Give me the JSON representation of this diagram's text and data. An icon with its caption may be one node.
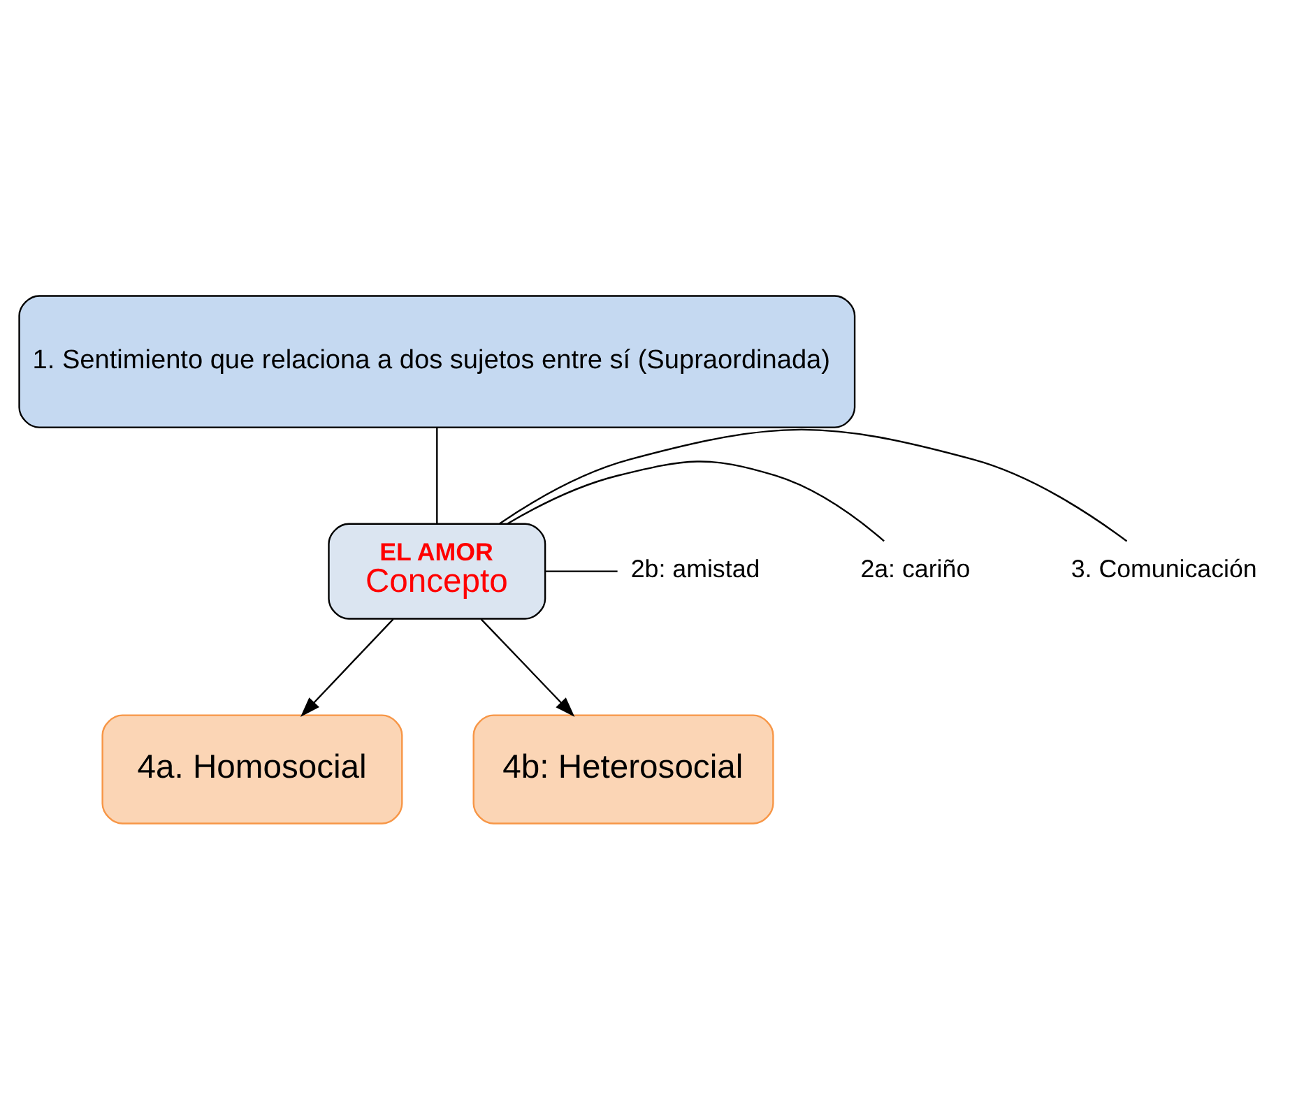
{
  "diagram": {
    "nodes": [
      {
        "text": [
          "1. Sentimiento que relaciona a dos sujetos entre sí (Supraordinada)"
        ]
      },
      {
        "text": [
          "EL AMOR",
          "Concepto"
        ]
      },
      {
        "text": [
          "3. Comunicación"
        ]
      },
      {
        "text": [
          "2a: cariño"
        ]
      },
      {
        "text": [
          "2b: amistad"
        ]
      },
      {
        "text": [
          "4a. Homosocial"
        ]
      },
      {
        "text": [
          "4b: Heterosocial"
        ]
      }
    ],
    "edges": [
      {
        "from": 0,
        "to": 1,
        "arrow": "none"
      },
      {
        "from": 1,
        "to": 2,
        "arrow": "none"
      },
      {
        "from": 1,
        "to": 3,
        "arrow": "none"
      },
      {
        "from": 1,
        "to": 4,
        "arrow": "none"
      },
      {
        "from": 1,
        "to": 5,
        "arrow": "to"
      },
      {
        "from": 1,
        "to": 6,
        "arrow": "to"
      }
    ]
  }
}
